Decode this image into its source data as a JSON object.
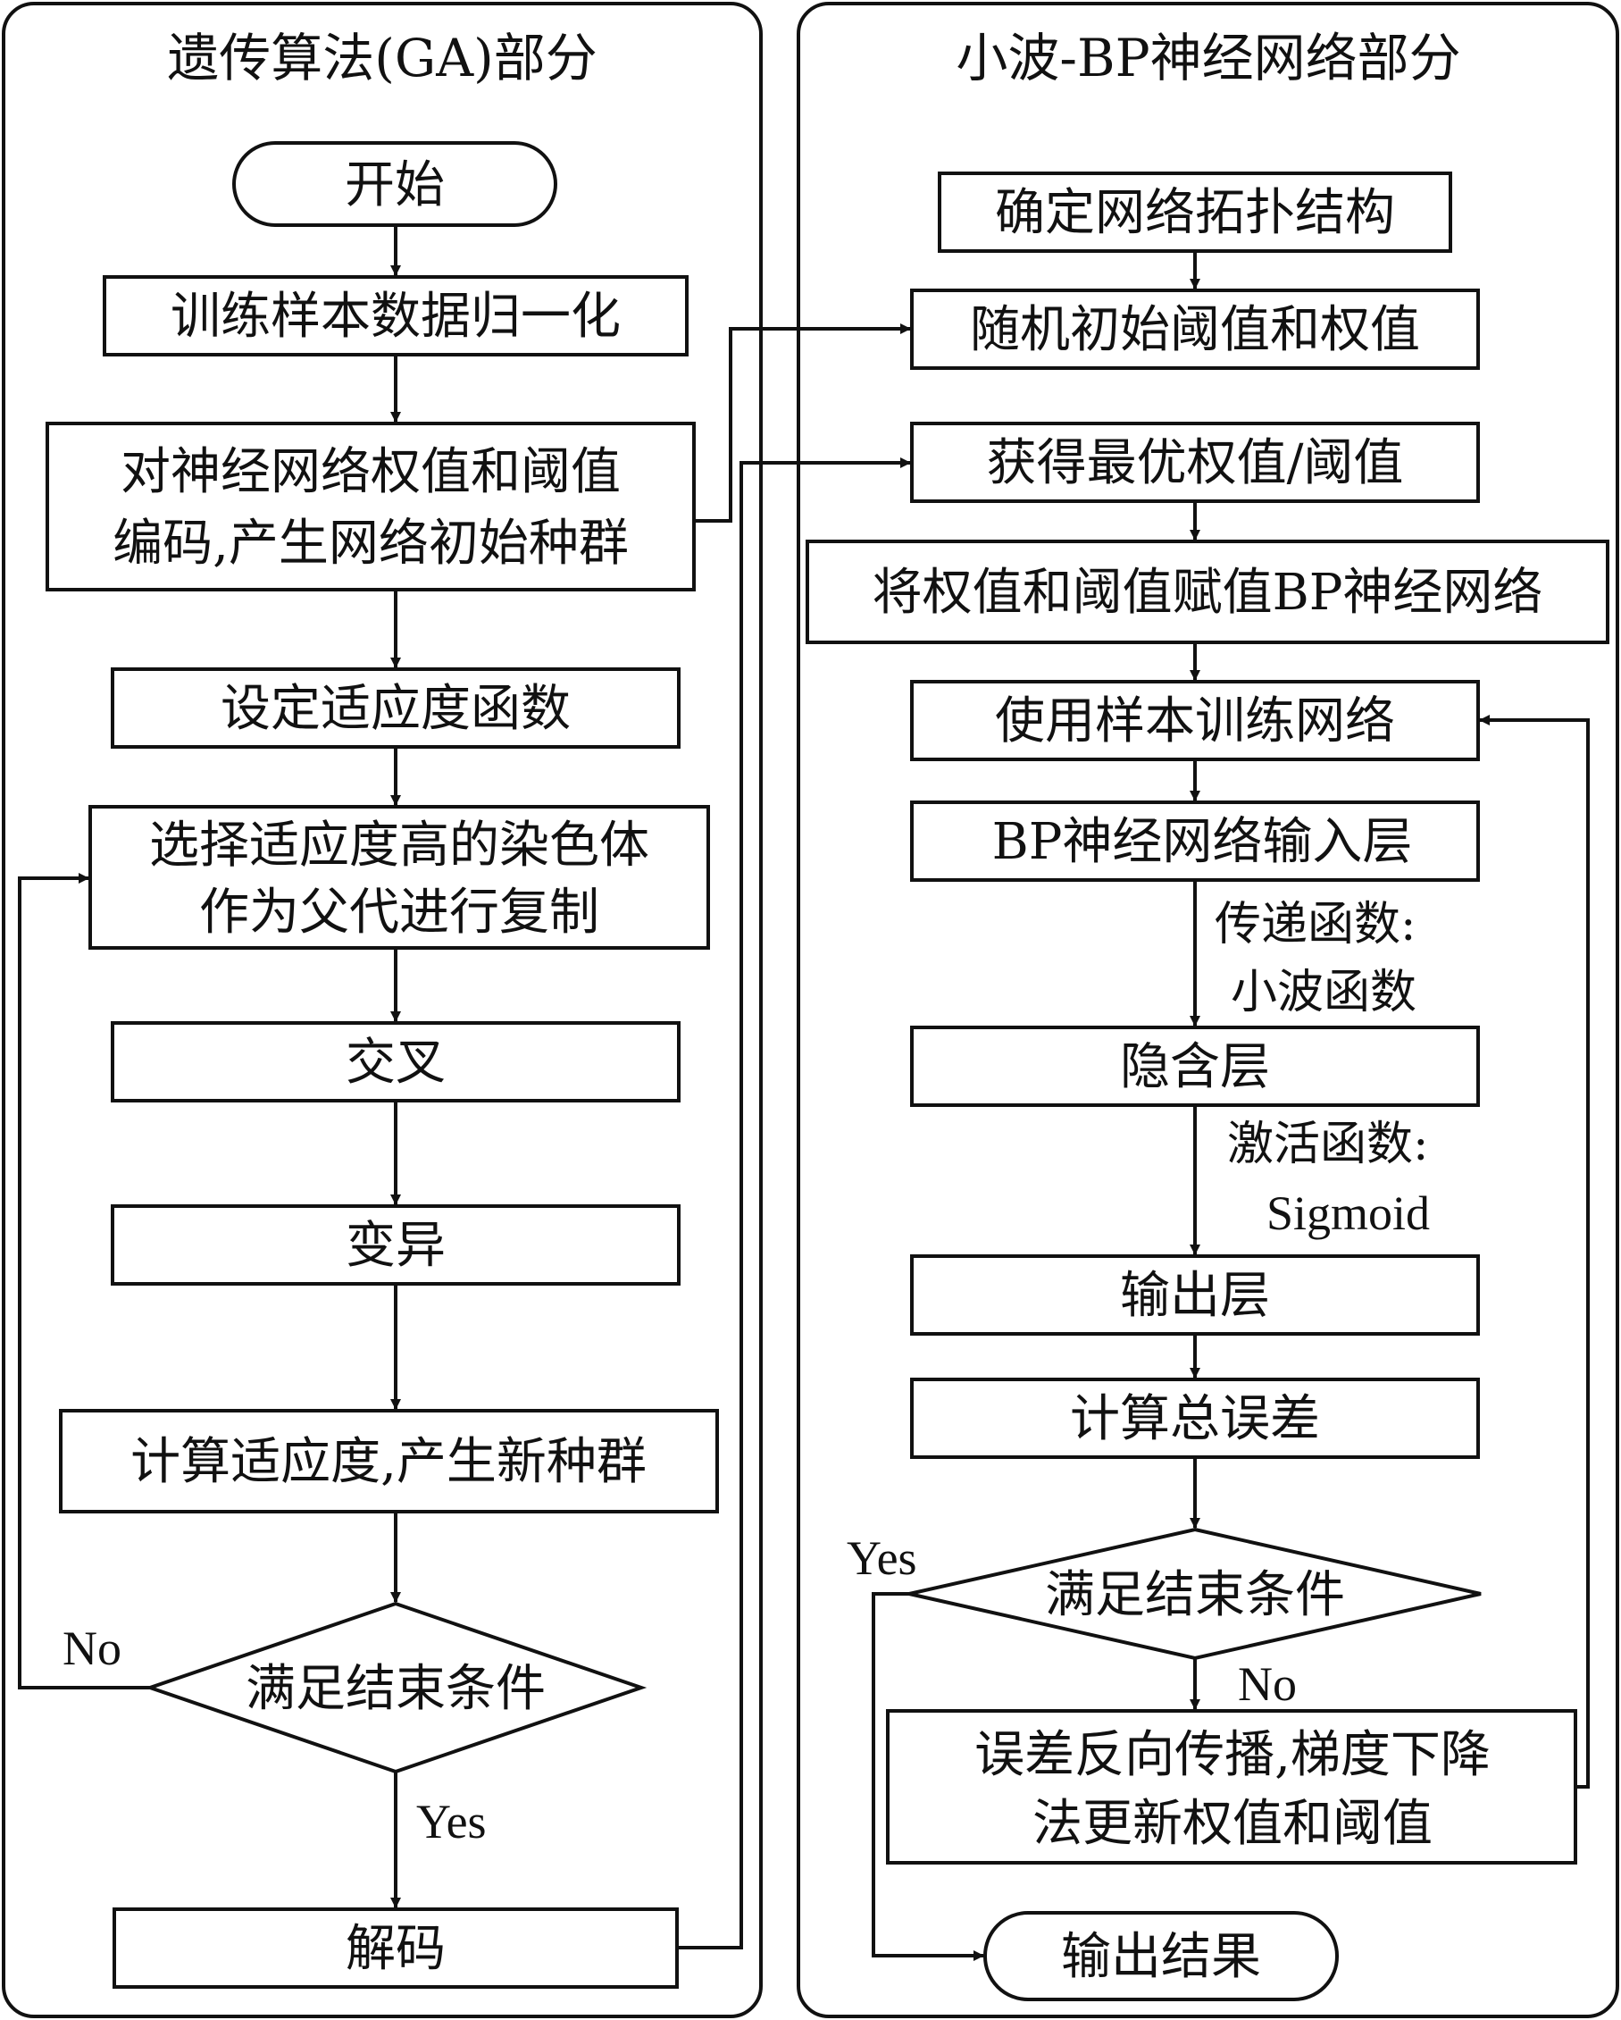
{
  "ga": {
    "title": "遗传算法(GA)部分",
    "start": "开始",
    "normalize": "训练样本数据归一化",
    "encode": [
      "对神经网络权值和阈值",
      "编码,产生网络初始种群"
    ],
    "fitness_fn": "设定适应度函数",
    "select": [
      "选择适应度高的染色体",
      "作为父代进行复制"
    ],
    "crossover": "交叉",
    "mutation": "变异",
    "new_pop": "计算适应度,产生新种群",
    "end_check": "满足结束条件",
    "no": "No",
    "yes": "Yes",
    "decode": "解码"
  },
  "nn": {
    "title": "小波-BP神经网络部分",
    "topology": "确定网络拓扑结构",
    "random_init": "随机初始阈值和权值",
    "best": "获得最优权值/阈值",
    "assign": "将权值和阈值赋值BP神经网络",
    "train": "使用样本训练网络",
    "input_layer": "BP神经网络输入层",
    "transfer_fn": [
      "传递函数:",
      "小波函数"
    ],
    "hidden_layer": "隐含层",
    "activation_fn": [
      "激活函数:",
      "Sigmoid"
    ],
    "output_layer": "输出层",
    "total_error": "计算总误差",
    "end_check": "满足结束条件",
    "yes": "Yes",
    "no": "No",
    "backprop": [
      "误差反向传播,梯度下降",
      "法更新权值和阈值"
    ],
    "output": "输出结果"
  }
}
